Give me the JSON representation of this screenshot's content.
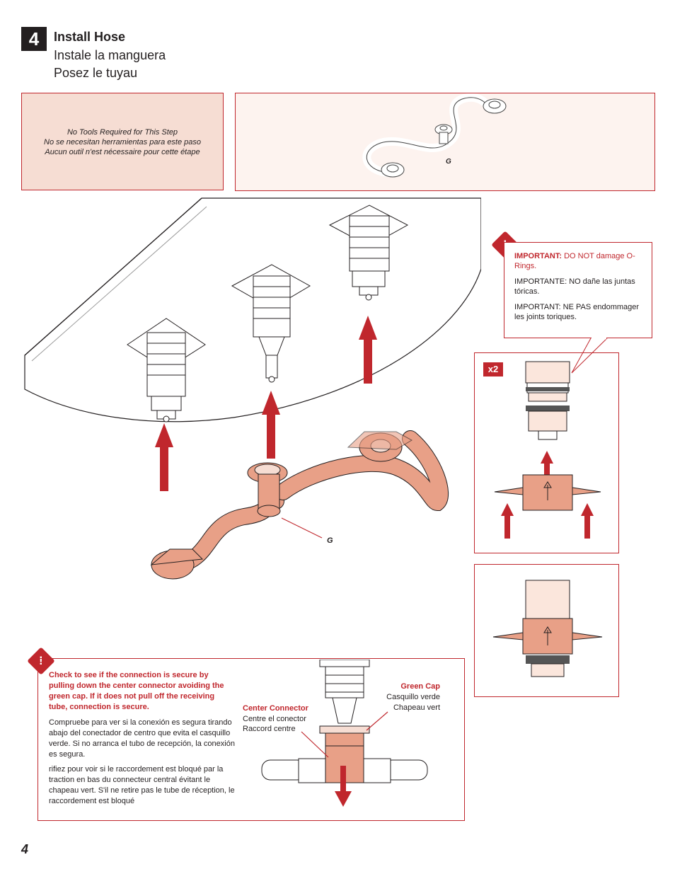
{
  "header": {
    "step_number": "4",
    "title_en": "Install Hose",
    "title_es": "Instale la manguera",
    "title_fr": "Posez le tuyau"
  },
  "tools": {
    "line_en": "No Tools Required for This Step",
    "line_es": "No se necesitan herramientas para este paso",
    "line_fr": "Aucun outil n'est nécessaire pour cette étape"
  },
  "parts": {
    "label_g": "G"
  },
  "main_figure": {
    "label_g": "G"
  },
  "important": {
    "warn_icon": "!",
    "en_label": "IMPORTANT:",
    "en_text": " DO NOT damage O-Rings.",
    "es_label": "IMPORTANTE:",
    "es_text": " NO dañe las juntas tóricas.",
    "fr_label": "IMPORTANT:",
    "fr_text": " NE PAS endommager les joints toriques."
  },
  "detail": {
    "multiplier": "x2"
  },
  "check": {
    "warn_icon": "!",
    "text_en": "Check to see if the connection is secure by pulling down the center connector avoiding the green cap.  If it does not pull off the receiving tube, connection is secure.",
    "text_es": "Compruebe para ver si la conexión es segura tirando abajo del conectador de centro que evita el casquillo verde. Si no arranca el tubo de recepción, la conexión es segura.",
    "text_fr": "rifiez pour voir si le raccordement est bloqué par la traction en bas du connecteur central évitant le chapeau vert. S'il ne retire pas le tube de réception, le raccordement est bloqué",
    "center_connector_en": "Center Connector",
    "center_connector_es": "Centre el conector",
    "center_connector_fr": "Raccord centre",
    "green_cap_en": "Green Cap",
    "green_cap_es": "Casquillo verde",
    "green_cap_fr": "Chapeau vert"
  },
  "footer": {
    "page_number": "4"
  },
  "colors": {
    "accent_red": "#c0272d",
    "hose": "#e8a087",
    "panel_pink": "#f6ddd3"
  }
}
